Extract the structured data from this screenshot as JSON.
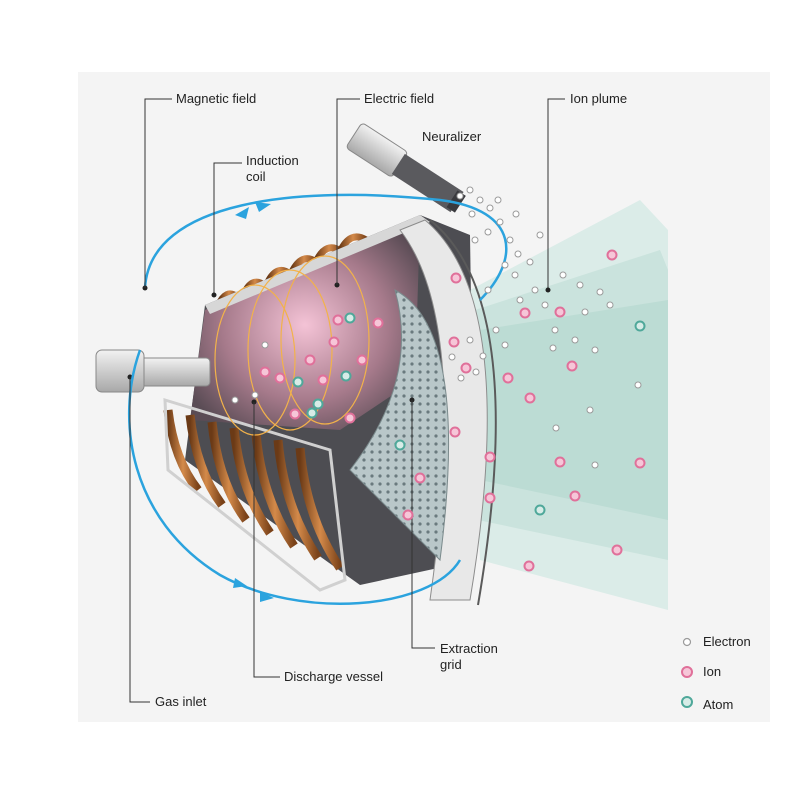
{
  "labels": {
    "magnetic_field": "Magnetic field",
    "electric_field": "Electric field",
    "ion_plume": "Ion plume",
    "neuralizer": "Neuralizer",
    "induction_coil": "Induction coil",
    "extraction_grid": "Extraction grid",
    "discharge_vessel": "Discharge vessel",
    "gas_inlet": "Gas inlet"
  },
  "legend": {
    "electron": "Electron",
    "ion": "Ion",
    "atom": "Atom"
  },
  "colors": {
    "field_line": "#2ba3de",
    "ion": "#e0709a",
    "atom": "#4fa89a",
    "electron": "#9a9a9a",
    "plume": "#cfe6e0",
    "coil": "#b46a32"
  }
}
